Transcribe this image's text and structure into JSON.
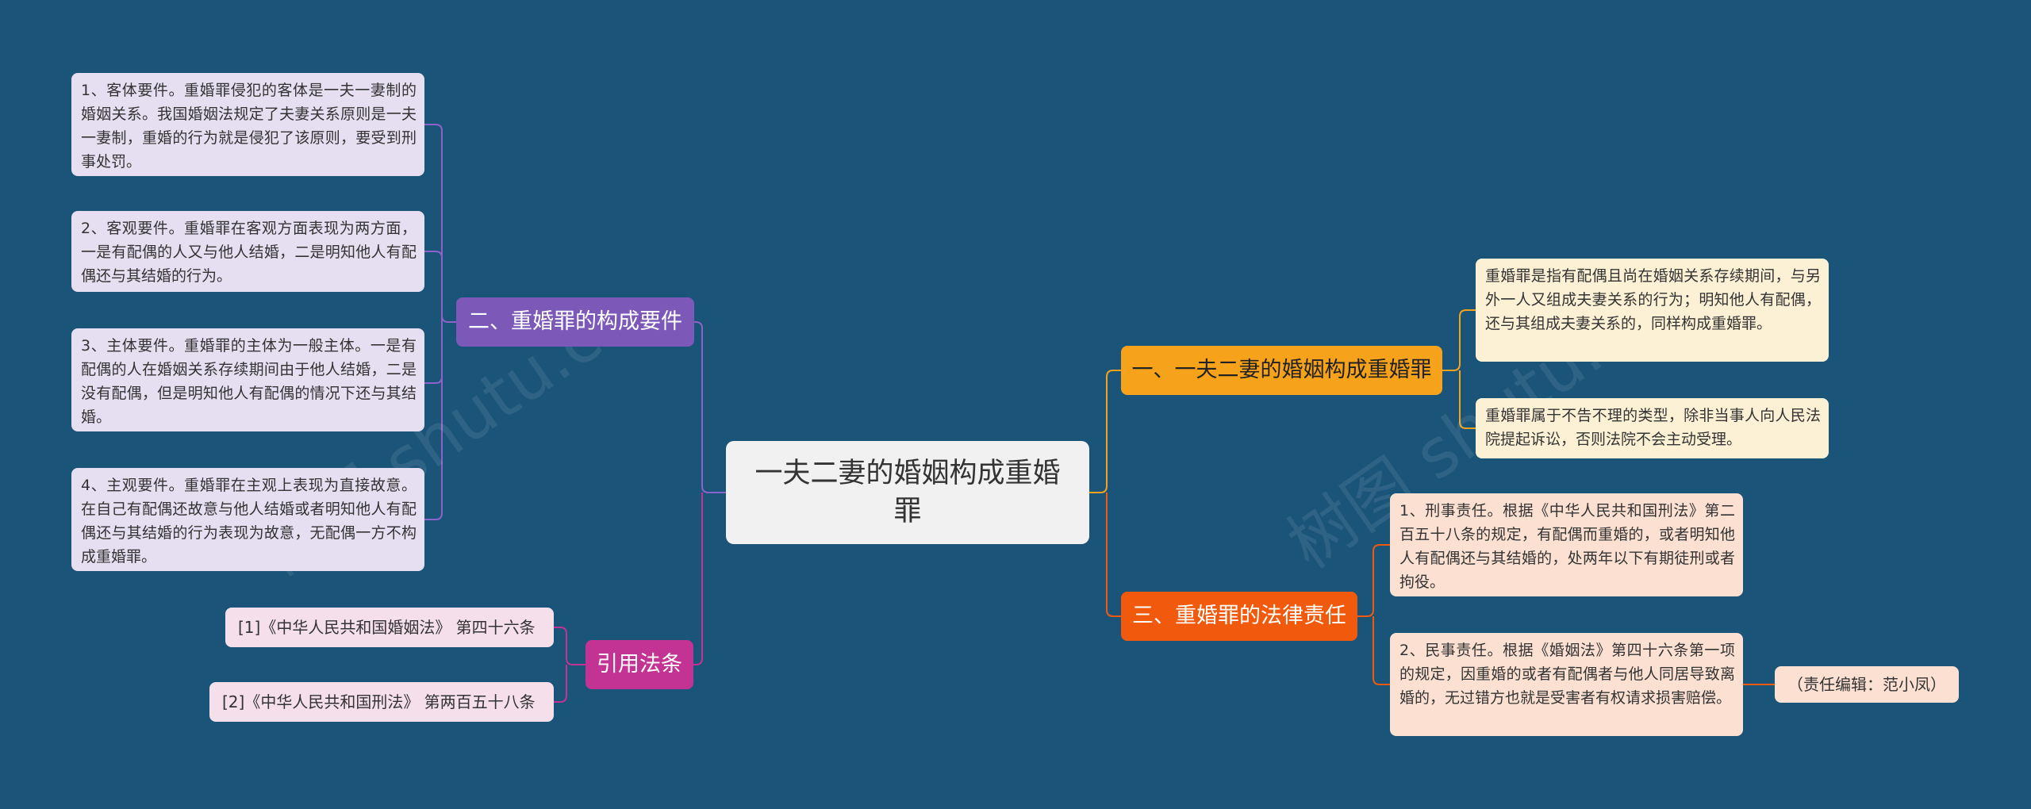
{
  "root": {
    "title": "一夫二妻的婚姻构成重婚罪"
  },
  "left": {
    "structure": {
      "label": "二、重婚罪的构成要件",
      "items": [
        "1、客体要件。重婚罪侵犯的客体是一夫一妻制的婚姻关系。我国婚姻法规定了夫妻关系原则是一夫一妻制，重婚的行为就是侵犯了该原则，要受到刑事处罚。",
        "2、客观要件。重婚罪在客观方面表现为两方面，一是有配偶的人又与他人结婚，二是明知他人有配偶还与其结婚的行为。",
        "3、主体要件。重婚罪的主体为一般主体。一是有配偶的人在婚姻关系存续期间由于他人结婚，二是没有配偶，但是明知他人有配偶的情况下还与其结婚。",
        "4、主观要件。重婚罪在主观上表现为直接故意。在自己有配偶还故意与他人结婚或者明知他人有配偶还与其结婚的行为表现为故意，无配偶一方不构成重婚罪。"
      ]
    },
    "citations": {
      "label": "引用法条",
      "items": [
        "[1]《中华人民共和国婚姻法》 第四十六条",
        "[2]《中华人民共和国刑法》 第两百五十八条"
      ]
    }
  },
  "right": {
    "one": {
      "label": "一、一夫二妻的婚姻构成重婚罪",
      "items": [
        "重婚罪是指有配偶且尚在婚姻关系存续期间，与另外一人又组成夫妻关系的行为；明知他人有配偶，还与其组成夫妻关系的，同样构成重婚罪。",
        "重婚罪属于不告不理的类型，除非当事人向人民法院提起诉讼，否则法院不会主动受理。"
      ]
    },
    "three": {
      "label": "三、重婚罪的法律责任",
      "items": [
        "1、刑事责任。根据《中华人民共和国刑法》第二百五十八条的规定，有配偶而重婚的，或者明知他人有配偶还与其结婚的，处两年以下有期徒刑或者拘役。",
        "2、民事责任。根据《婚姻法》第四十六条第一项的规定，因重婚的或者有配偶者与他人同居导致离婚的，无过错方也就是受害者有权请求损害赔偿。"
      ],
      "editor_note": "（责任编辑：范小凤）"
    }
  },
  "watermarks": [
    "树图 shutu.cn",
    "树图 shutu.cn"
  ],
  "colors": {
    "background": "#1b5479",
    "purple": "#7c58b8",
    "pink": "#c23394",
    "yellow": "#f6a21b",
    "orange": "#f15a0c"
  }
}
